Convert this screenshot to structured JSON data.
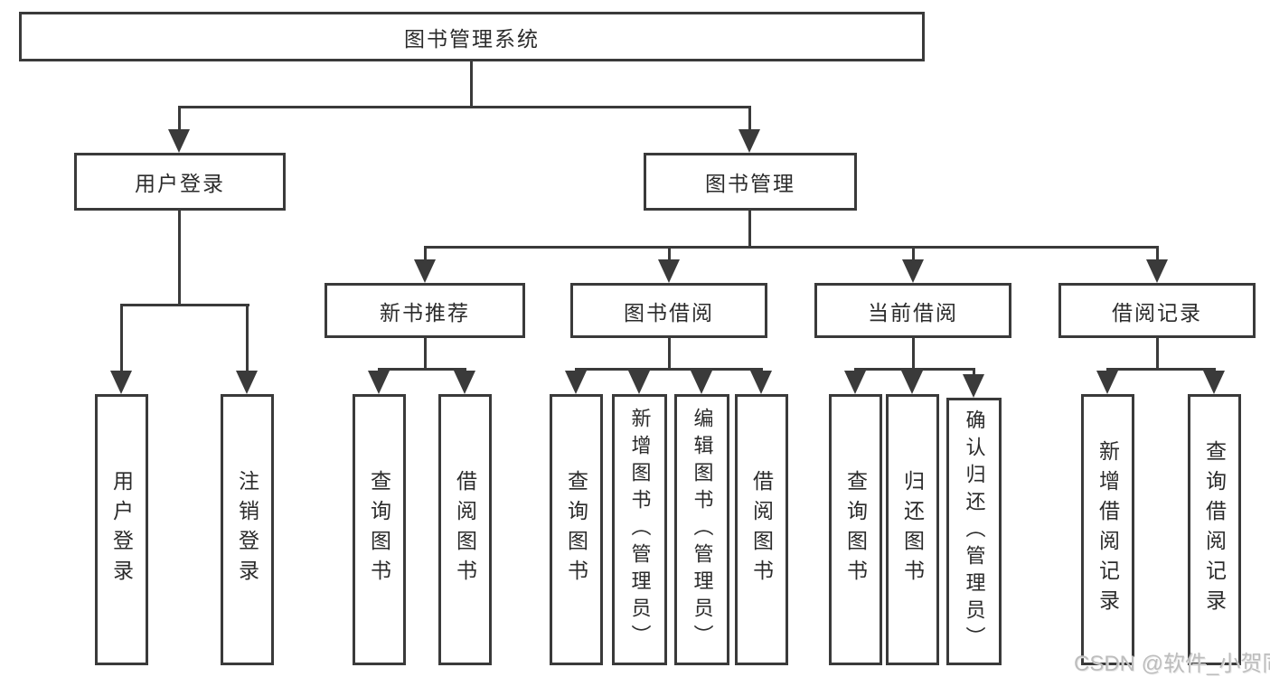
{
  "tree": {
    "label": "图书管理系统",
    "children": [
      {
        "label": "用户登录",
        "children": [
          {
            "label": "用户登录"
          },
          {
            "label": "注销登录"
          }
        ]
      },
      {
        "label": "图书管理",
        "children": [
          {
            "label": "新书推荐",
            "children": [
              {
                "label": "查询图书"
              },
              {
                "label": "借阅图书"
              }
            ]
          },
          {
            "label": "图书借阅",
            "children": [
              {
                "label": "查询图书"
              },
              {
                "label": "新增图书（管理员）"
              },
              {
                "label": "编辑图书（管理员）"
              },
              {
                "label": "借阅图书"
              }
            ]
          },
          {
            "label": "当前借阅",
            "children": [
              {
                "label": "查询图书"
              },
              {
                "label": "归还图书"
              },
              {
                "label": "确认归还（管理员）"
              }
            ]
          },
          {
            "label": "借阅记录",
            "children": [
              {
                "label": "新增借阅记录"
              },
              {
                "label": "查询借阅记录"
              }
            ]
          }
        ]
      }
    ]
  },
  "watermark": {
    "text": "CSDN @软件_小贺同学"
  },
  "colors": {
    "line": "#3a3a3a",
    "text": "#2b2b2b",
    "background": "#ffffff",
    "watermark": "#bdbdbd"
  }
}
